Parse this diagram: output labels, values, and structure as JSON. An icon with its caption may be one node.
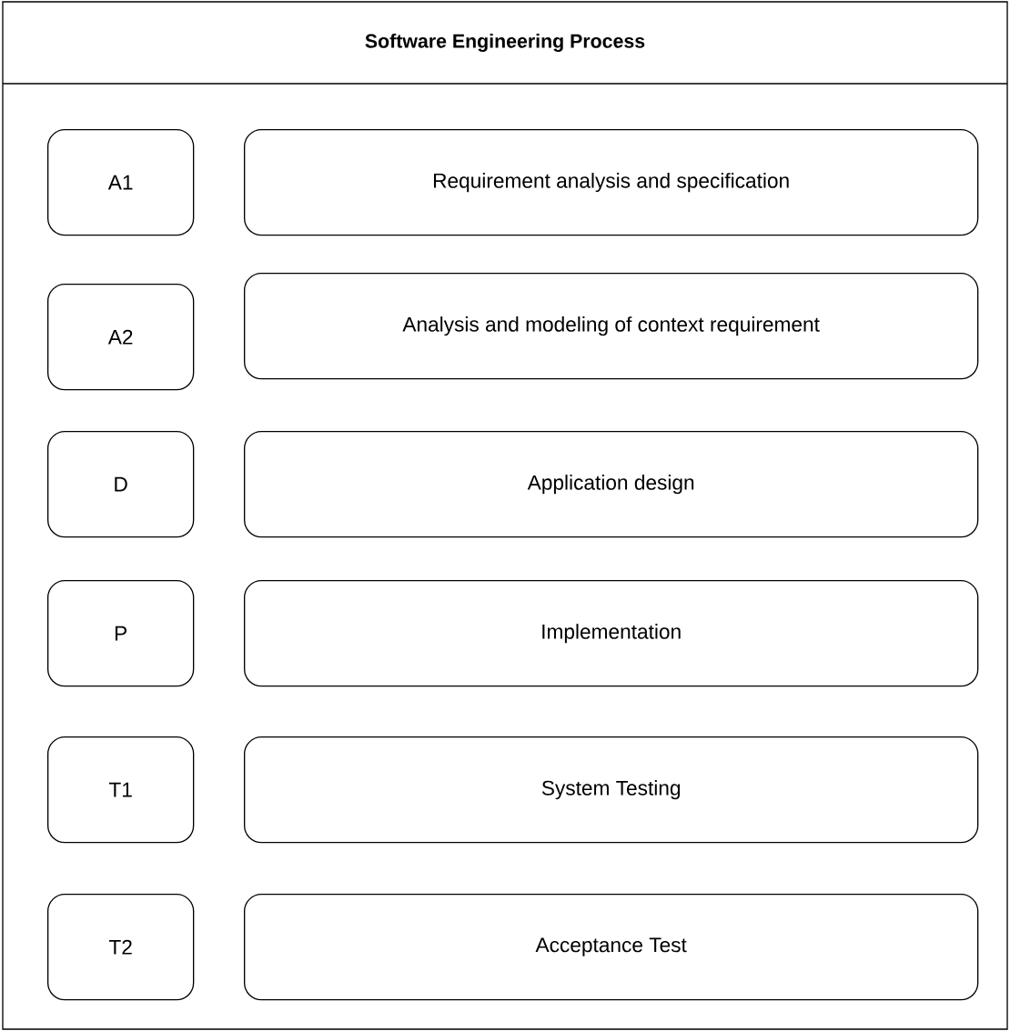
{
  "diagram": {
    "nodes": [
      {
        "text": [
          "Software Engineering Process"
        ]
      },
      {
        "text": [
          "A1"
        ],
        "in": 0
      },
      {
        "text": [
          "Requirement analysis and specification"
        ],
        "in": 0
      },
      {
        "text": [
          "A2"
        ],
        "in": 0
      },
      {
        "text": [
          "Analysis and modeling of context requirement"
        ],
        "in": 0
      },
      {
        "text": [
          "D"
        ],
        "in": 0
      },
      {
        "text": [
          "Application design"
        ],
        "in": 0
      },
      {
        "text": [
          "P"
        ],
        "in": 0
      },
      {
        "text": [
          "Implementation"
        ],
        "in": 0
      },
      {
        "text": [
          "T1"
        ],
        "in": 0
      },
      {
        "text": [
          "System Testing"
        ],
        "in": 0
      },
      {
        "text": [
          "T2"
        ],
        "in": 0
      },
      {
        "text": [
          "Acceptance Test"
        ],
        "in": 0
      }
    ],
    "edges": []
  }
}
